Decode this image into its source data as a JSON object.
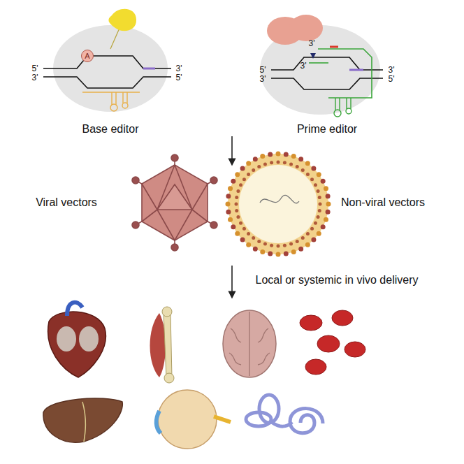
{
  "diagram": {
    "nodes": [
      {
        "text": [
          "A"
        ]
      }
    ],
    "labels": [
      "5'",
      "3'",
      "3'",
      "5'",
      "Base editor",
      "3'",
      "3'",
      "5'",
      "3'",
      "3'",
      "5'",
      "Prime editor",
      "Viral vectors",
      "Non-viral vectors",
      "Local or systemic in vivo delivery"
    ]
  }
}
